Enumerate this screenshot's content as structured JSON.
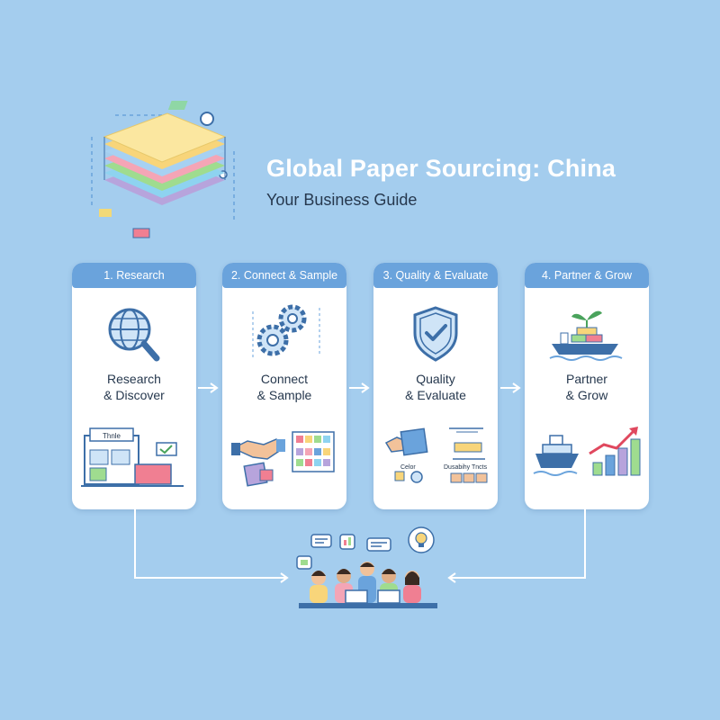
{
  "header": {
    "title": "Global Paper Sourcing: China",
    "subtitle": "Your Business Guide"
  },
  "steps": [
    {
      "heading": "1. Research",
      "label_line1": "Research",
      "label_line2": "& Discover",
      "art_sign": "Thnle"
    },
    {
      "heading": "2. Connect & Sample",
      "label_line1": "Connect",
      "label_line2": "& Sample"
    },
    {
      "heading": "3. Quality & Evaluate",
      "label_line1": "Quality",
      "label_line2": "& Evaluate",
      "caption_left": "Celor",
      "caption_right": "Dusabihy Tncts"
    },
    {
      "heading": "4. Partner & Grow",
      "label_line1": "Partner",
      "label_line2": "& Grow"
    }
  ],
  "colors": {
    "background": "#a4cdee",
    "card_header": "#6aa3dc",
    "text_dark": "#26384e",
    "icon_blue": "#3d6fa8"
  },
  "icons": [
    "paper-stack-icon",
    "globe-magnifier-icon",
    "gears-icon",
    "shield-check-icon",
    "cargo-ship-plant-icon",
    "marketplace-icon",
    "handshake-icon",
    "color-swatch-icon",
    "paper-sheet-icon",
    "inspection-icon",
    "ship-icon",
    "growth-chart-icon",
    "team-meeting-icon",
    "lightbulb-icon"
  ]
}
